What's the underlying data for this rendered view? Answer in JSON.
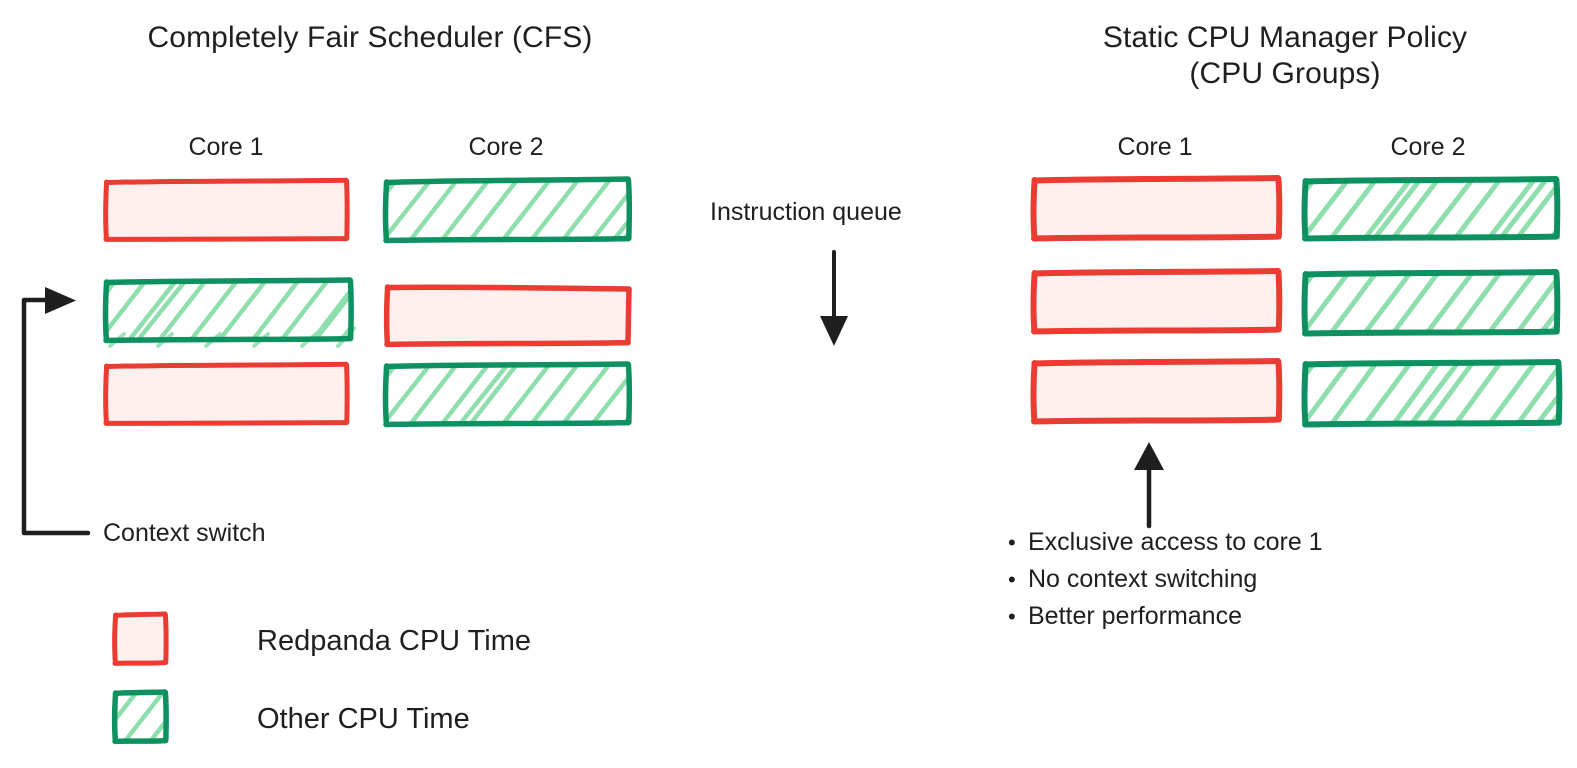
{
  "diagram": {
    "title_left": "Completely Fair Scheduler (CFS)",
    "title_right": "Static CPU Manager Policy\n(CPU Groups)",
    "middle_label": "Instruction queue",
    "context_switch_label": "Context switch"
  },
  "colors": {
    "red_stroke": "#ea3c32",
    "red_fill": "#fdf0ee",
    "green_stroke": "#0d9160",
    "green_hatch": "#8fdfae",
    "ink": "#1f1f1f"
  },
  "left_panel": {
    "title": "Completely Fair Scheduler (CFS)",
    "columns": [
      {
        "label": "Core 1",
        "blocks": [
          {
            "kind": "redpanda"
          },
          {
            "kind": "other"
          },
          {
            "kind": "redpanda"
          }
        ]
      },
      {
        "label": "Core 2",
        "blocks": [
          {
            "kind": "other"
          },
          {
            "kind": "redpanda"
          },
          {
            "kind": "other"
          }
        ]
      }
    ]
  },
  "right_panel": {
    "title": "Static CPU Manager Policy\n(CPU Groups)",
    "columns": [
      {
        "label": "Core 1",
        "blocks": [
          {
            "kind": "redpanda"
          },
          {
            "kind": "redpanda"
          },
          {
            "kind": "redpanda"
          }
        ]
      },
      {
        "label": "Core 2",
        "blocks": [
          {
            "kind": "other"
          },
          {
            "kind": "other"
          },
          {
            "kind": "other"
          }
        ]
      }
    ],
    "bullets": [
      "Exclusive access to core 1",
      "No context switching",
      "Better performance"
    ],
    "bullet_marker": "•"
  },
  "legend": {
    "items": [
      {
        "label": "Redpanda CPU Time",
        "kind": "redpanda"
      },
      {
        "label": "Other CPU Time",
        "kind": "other"
      }
    ]
  }
}
